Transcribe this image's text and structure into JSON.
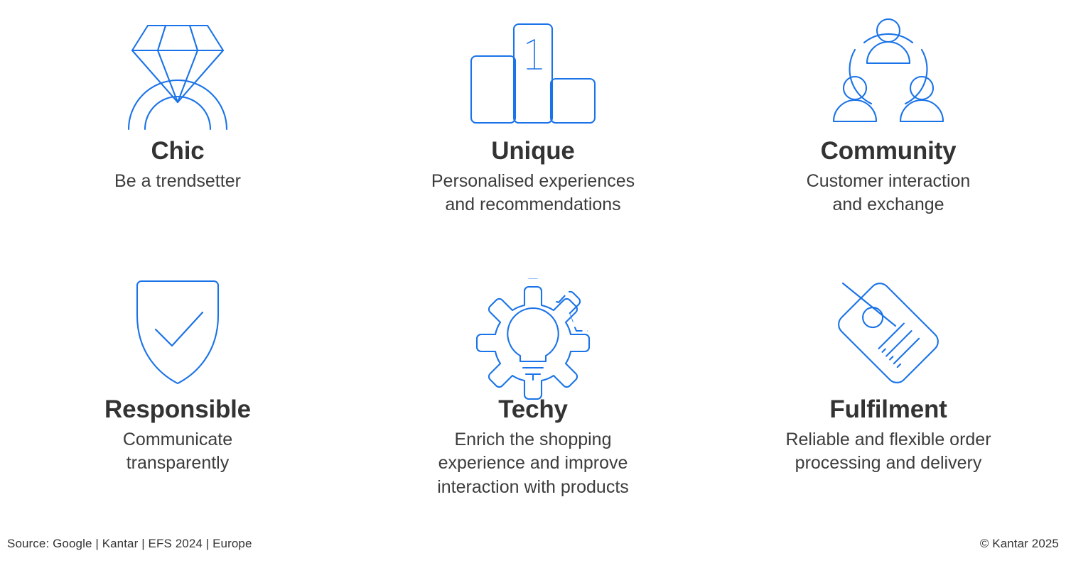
{
  "theme": {
    "background": "#ffffff",
    "icon_stroke": "#1a73e8",
    "accent_blue": "#1a73e8",
    "title_color": "#333333",
    "body_color": "#3c3c3c"
  },
  "cards": [
    {
      "icon": "diamond-ring-icon",
      "title": "Chic",
      "description": "Be a trendsetter"
    },
    {
      "icon": "podium-first-place-icon",
      "title": "Unique",
      "description": "Personalised experiences\nand recommendations",
      "podium_label": "1"
    },
    {
      "icon": "community-people-icon",
      "title": "Community",
      "description": "Customer interaction\nand exchange"
    },
    {
      "icon": "shield-check-icon",
      "title": "Responsible",
      "description": "Communicate\ntransparently"
    },
    {
      "icon": "gear-lightbulb-icon",
      "title": "Techy",
      "description": "Enrich the shopping\nexperience and improve\ninteraction with products"
    },
    {
      "icon": "price-tag-icon",
      "title": "Fulfilment",
      "description": "Reliable and flexible order\nprocessing and delivery"
    }
  ],
  "footer": {
    "source": "Source: Google | Kantar | EFS 2024 | Europe",
    "copyright": "© Kantar 2025"
  }
}
